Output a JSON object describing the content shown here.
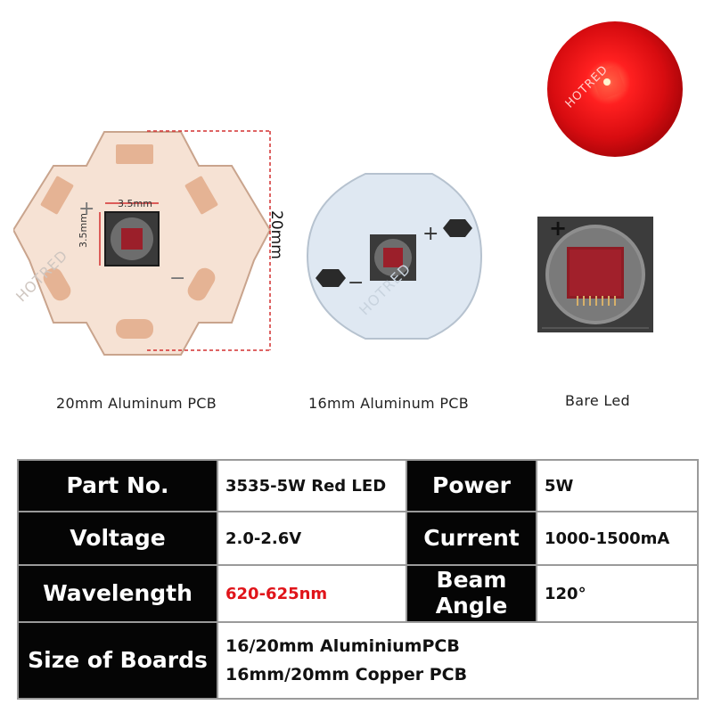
{
  "products": {
    "pcb20": {
      "caption": "20mm Aluminum PCB",
      "dimension": "20mm",
      "chip_width": "3.5mm",
      "chip_height": "3.5mm",
      "plus": "+",
      "minus": "−"
    },
    "pcb16": {
      "caption": "16mm Aluminum PCB",
      "plus": "+",
      "minus": "−"
    },
    "bare": {
      "caption": "Bare Led",
      "plus": "+"
    }
  },
  "watermark": "HOTRED",
  "specs": {
    "part_label": "Part No.",
    "part_value": "3535-5W Red LED",
    "power_label": "Power",
    "power_value": "5W",
    "voltage_label": "Voltage",
    "voltage_value": "2.0-2.6V",
    "current_label": "Current",
    "current_value": "1000-1500mA",
    "wavelength_label": "Wavelength",
    "wavelength_value": "620-625nm",
    "beam_label": "Beam Angle",
    "beam_value": "120°",
    "boards_label": "Size of Boards",
    "boards_value_1": "16/20mm AluminiumPCB",
    "boards_value_2": "16mm/20mm Copper PCB"
  },
  "colors": {
    "led_red": "#ff1a1a",
    "copper_board": "#f6e2d4",
    "aluminum_board": "#dfe8f2",
    "accent_red": "#e0141a"
  }
}
